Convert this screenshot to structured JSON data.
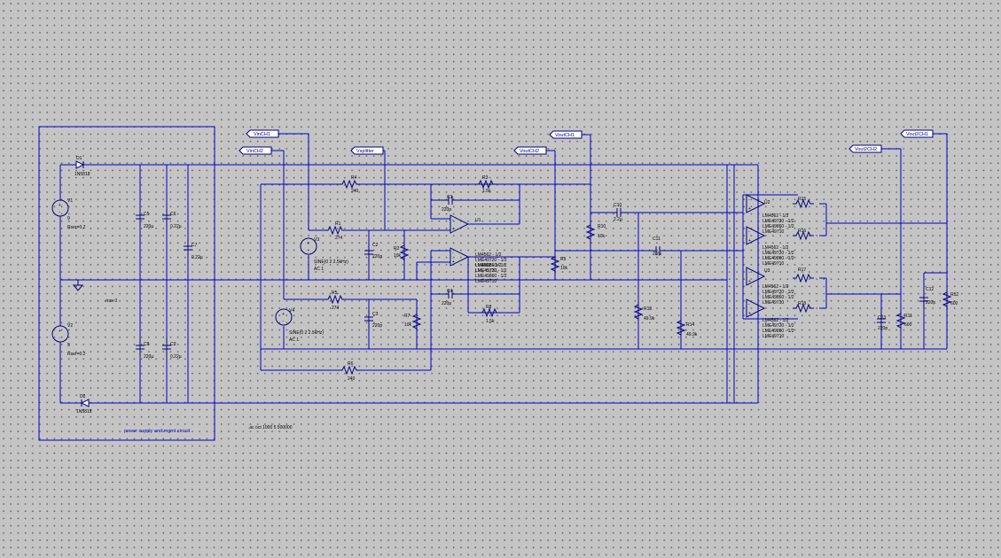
{
  "power_box": {
    "title": "power supply and mgmt circuit"
  },
  "spice": {
    "tran": ".tran 0",
    "ac": ".ac oct 1000 5 500000"
  },
  "colors": {
    "background": "#c4c4c4",
    "wire": "#0000cc",
    "symbol": "#000080"
  },
  "netlabels": {
    "vin_ch1": "VinCH1",
    "vin_ch2": "VinCH2",
    "vsplitter": "Vsplitter",
    "vout_ch2": "VoutCH2",
    "vout_ch1": "VoutCH1",
    "vout2_ch2": "Vout2CH2",
    "vout2_ch1": "Vout2CH1"
  },
  "components": {
    "d1": {
      "name": "D1",
      "model": "1N5818"
    },
    "d2": {
      "name": "D2",
      "model": "1N5818"
    },
    "v1": {
      "name": "V1",
      "value": "9",
      "param": "Rser=0.2"
    },
    "v2": {
      "name": "V2",
      "value": "9",
      "param": "Rser=0.2"
    },
    "c5": {
      "name": "C5",
      "value": "220µ"
    },
    "c6": {
      "name": "C6",
      "value": "0.22µ"
    },
    "c7": {
      "name": "C7",
      "value": "0.22µ"
    },
    "c8": {
      "name": "C8",
      "value": "220µ"
    },
    "c9": {
      "name": "C9",
      "value": "0.22µ"
    },
    "v3": {
      "name": "V3",
      "value": "SINE(0 2 2.5kHz)",
      "ac": "AC 1"
    },
    "v4": {
      "name": "V4",
      "value": "SINE(0 2 2.5kHz)",
      "ac": "AC 1"
    },
    "r1": {
      "name": "R1",
      "value": "274"
    },
    "r2": {
      "name": "R2",
      "value": "10k"
    },
    "r3": {
      "name": "R3",
      "value": "1.5k"
    },
    "r4": {
      "name": "R4",
      "value": "240"
    },
    "r5": {
      "name": "R5",
      "value": "274"
    },
    "r6": {
      "name": "R6",
      "value": "240"
    },
    "r7": {
      "name": "R7",
      "value": "10k"
    },
    "r8": {
      "name": "R8",
      "value": "1.5k"
    },
    "c1": {
      "name": "C1",
      "value": "220p"
    },
    "c2": {
      "name": "C2",
      "value": "220p"
    },
    "c3": {
      "name": "C3",
      "value": "220p"
    },
    "c4": {
      "name": "C4",
      "value": "220p"
    },
    "u1": {
      "name": "U1",
      "models": [
        "LM4562 - 1/2",
        "LME49720 - 1/2",
        "LME49860 - 1/2",
        "LME49710"
      ]
    },
    "u1b": {
      "models": [
        "LM4562 - 1/2",
        "LME49720 - 1/2",
        "LME49860 - 1/2",
        "LME49710"
      ]
    },
    "r5b": {
      "name": "R5",
      "value": "10k"
    },
    "r10": {
      "name": "R10",
      "value": "10k"
    },
    "c10": {
      "name": "C10",
      "value": "2.2µ"
    },
    "c11": {
      "name": "C11",
      "value": "2.2µ"
    },
    "r13": {
      "name": "R13",
      "value": "49.9k"
    },
    "r14": {
      "name": "R14",
      "value": "49.9k"
    },
    "u2": {
      "name": "U2",
      "models": [
        "LM4562 - 1/2",
        "LME49720 - 1/2",
        "LME49860 - 1/2",
        "LME49710"
      ]
    },
    "u2b": {
      "models": [
        "LM4562 - 1/2",
        "LME49720 - 1/2",
        "LME49860 - 1/2",
        "LME49710"
      ]
    },
    "u3": {
      "name": "U3",
      "models": [
        "LM4562 - 1/2",
        "LME49720 - 1/2",
        "LME49860 - 1/2",
        "LME49710"
      ]
    },
    "u3b": {
      "models": [
        "LM4562 - 1/2",
        "LME49720 - 1/2",
        "LME49860 - 1/2",
        "LME49710"
      ]
    },
    "r15": {
      "name": "R15"
    },
    "r16": {
      "name": "R16"
    },
    "r17": {
      "name": "R17"
    },
    "r18": {
      "name": "R18"
    },
    "c12": {
      "name": "C12",
      "value": "220p"
    },
    "c13": {
      "name": "C13",
      "value": "220p"
    },
    "r11": {
      "name": "R11",
      "value": "600"
    },
    "r12": {
      "name": "R12",
      "value": "600"
    }
  }
}
